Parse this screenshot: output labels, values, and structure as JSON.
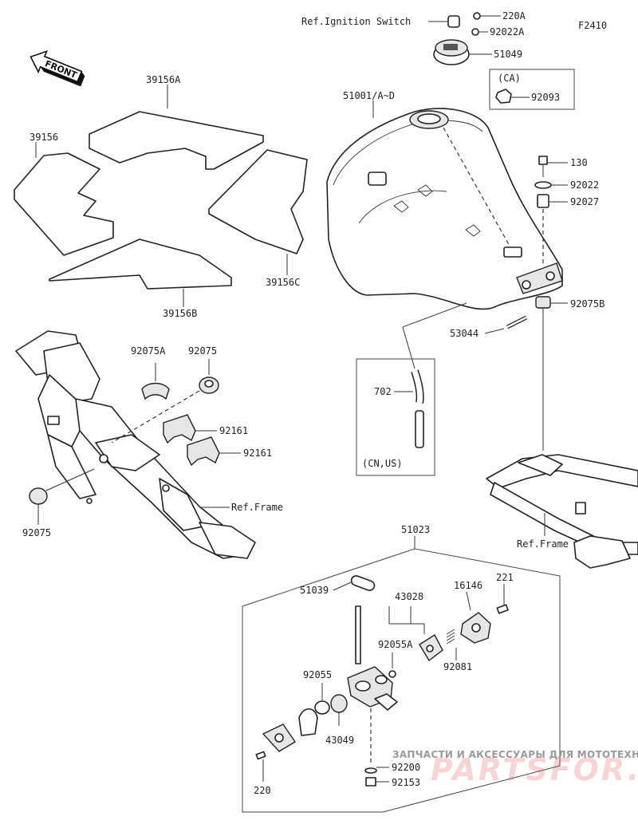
{
  "diagram_code": "F2410",
  "front_label": "FRONT",
  "labels": {
    "ref_ignition_switch": "Ref.Ignition Switch",
    "p220A": "220A",
    "p92022A": "92022A",
    "p51049": "51049",
    "ca": "(CA)",
    "p92093": "92093",
    "p51001": "51001/A~D",
    "p130": "130",
    "p92022": "92022",
    "p92027": "92027",
    "p92075B": "92075B",
    "p53044": "53044",
    "p702": "702",
    "cn_us": "(CN,US)",
    "p39156A": "39156A",
    "p39156": "39156",
    "p39156C": "39156C",
    "p39156B": "39156B",
    "p92075A": "92075A",
    "p92075_top": "92075",
    "p92161_a": "92161",
    "p92161_b": "92161",
    "ref_frame_left": "Ref.Frame",
    "p92075_left": "92075",
    "ref_frame_right": "Ref.Frame",
    "p51023": "51023",
    "p51039": "51039",
    "p43028": "43028",
    "p16146": "16146",
    "p221": "221",
    "p92055A": "92055A",
    "p92081": "92081",
    "p92055": "92055",
    "p43049": "43049",
    "p92200": "92200",
    "p92153": "92153",
    "p220": "220"
  },
  "watermark": {
    "line1": "ЗАПЧАСТИ И АКСЕССУАРЫ ДЛЯ МОТОТЕХНИКИ",
    "line2": "PARTSFOR.RU"
  },
  "colors": {
    "line": "#222222",
    "watermark_text": "#9a9a9a",
    "watermark_brand": "#e03a3a"
  }
}
